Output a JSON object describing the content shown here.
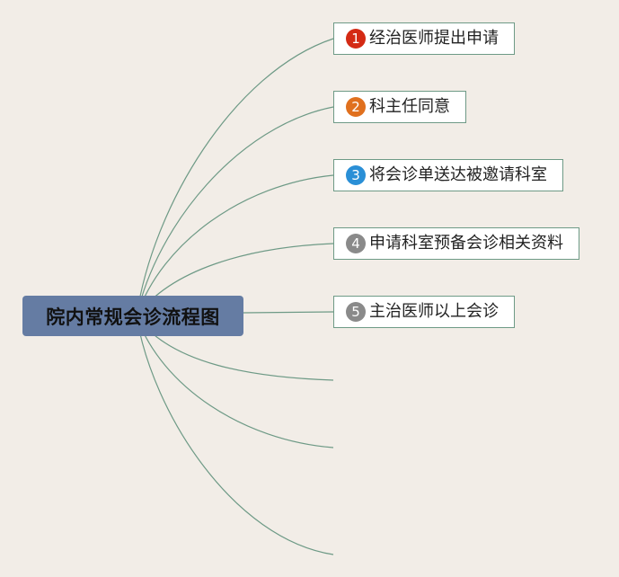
{
  "root": {
    "title": "院内常规会诊流程图"
  },
  "steps": [
    {
      "number": "1",
      "label": "经治医师提出申请",
      "badge_color": "#d42a14"
    },
    {
      "number": "2",
      "label": "科主任同意",
      "badge_color": "#e0701e"
    },
    {
      "number": "3",
      "label": "将会诊单送达被邀请科室",
      "badge_color": "#2a8fd6"
    },
    {
      "number": "4",
      "label": "申请科室预备会诊相关资料",
      "badge_color": "#8a8a8a"
    },
    {
      "number": "5",
      "label": "主治医师以上会诊",
      "badge_color": "#8a8a8a"
    }
  ],
  "colors": {
    "background": "#f2ede7",
    "root_fill": "#657ca3",
    "connector": "#6e9a86",
    "node_border": "#6e9a86"
  }
}
